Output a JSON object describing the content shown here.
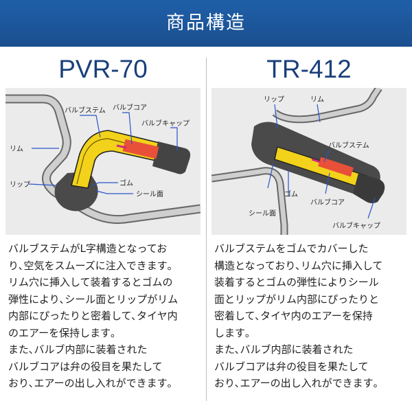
{
  "header": {
    "title": "商品構造"
  },
  "left": {
    "model": "PVR-70",
    "labels": {
      "valve_stem": "バルブステム",
      "valve_core": "バルブコア",
      "valve_cap": "バルブキャップ",
      "rim": "リム",
      "lip": "リップ",
      "rubber": "ゴム",
      "seal": "シール面"
    },
    "description": [
      "バルブステムがL字構造となってお",
      "り､空気をスムーズに注入できます｡",
      "リム穴に挿入して装着するとゴムの",
      "弾性により､シール面とリップがリム",
      "内部にぴったりと密着して､タイヤ内",
      "のエアーを保持します｡",
      "また､バルブ内部に装着された",
      "バルブコアは弁の役目を果たして",
      "おり､エアーの出し入れができます｡"
    ]
  },
  "right": {
    "model": "TR-412",
    "labels": {
      "lip": "リップ",
      "rim": "リム",
      "valve_stem": "バルブステム",
      "rubber": "ゴム",
      "valve_core": "バルブコア",
      "seal": "シール面",
      "valve_cap": "バルブキャップ"
    },
    "description": [
      "バルブステムをゴムでカバーした",
      "構造となっており､リム穴に挿入して",
      "装着するとゴムの弾性によりシール",
      "面とリップがリム内部にぴったりと",
      "密着して､タイヤ内のエアーを保持",
      "します｡",
      "また､バルブ内部に装着された",
      "バルブコアは弁の役目を果たして",
      "おり､エアーの出し入れができます｡"
    ]
  },
  "colors": {
    "banner": "#1f5fa8",
    "model_text": "#1a3f7a",
    "diagram_bg": "#ebebeb",
    "rubber": "#4a4a4a",
    "brass": "#f2d21a",
    "core": "#e8503a",
    "leader": "#2a55c8"
  }
}
